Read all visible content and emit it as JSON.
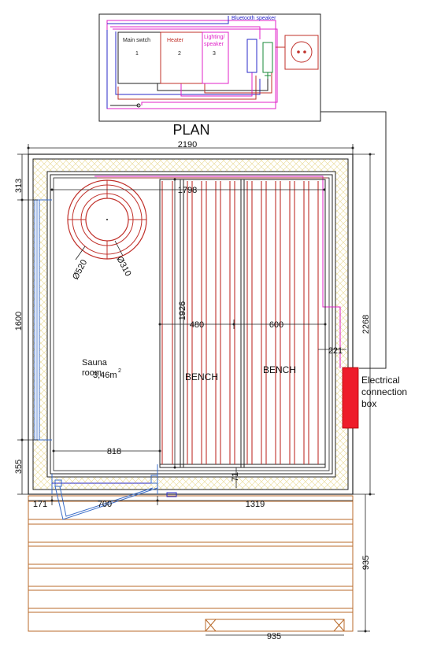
{
  "title": "PLAN",
  "panel": {
    "bluetooth": "Bluetooth speaker",
    "main_switch": "Main swtch",
    "main_switch_num": "1",
    "heater": "Heater",
    "heater_num": "2",
    "lighting_l1": "Lighting/",
    "lighting_l2": "speaker",
    "lighting_num": "3"
  },
  "dims": {
    "overall_width": "2190",
    "top_offset": "313",
    "inner_width": "1798",
    "left_height": "1600",
    "bench_length": "1926",
    "bench1_width": "480",
    "bench2_width": "600",
    "overall_height": "2268",
    "edge_gap": "221",
    "heater_outer": "Ø520",
    "heater_inner": "Ø310",
    "bottom_offset": "355",
    "door_clear": "818",
    "floor_gap": "71",
    "door_left": "171",
    "door_width": "700",
    "right_rest": "1319",
    "deck_depth": "935",
    "step_width": "935"
  },
  "room": {
    "name_l1": "Sauna",
    "name_l2": "room",
    "area": "3,46m",
    "area_sup": "2"
  },
  "benches": [
    "BENCH",
    "BENCH"
  ],
  "connection_box": {
    "l1": "Electrical",
    "l2": "connection",
    "l3": "box",
    "color": "#ee1c2a"
  },
  "colors": {
    "deck": "#b86a2a",
    "bench": "#c0302a",
    "wire_magenta": "#e020c8",
    "wire_blue": "#2a2ac8",
    "window": "#3a6cc8"
  }
}
